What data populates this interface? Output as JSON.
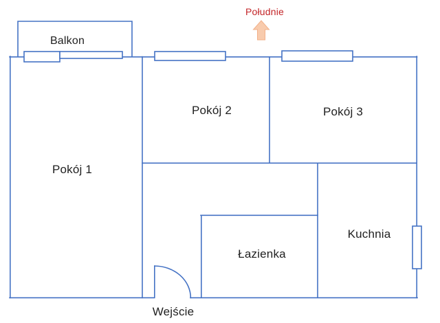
{
  "compass": {
    "direction_label": "Południe"
  },
  "rooms": {
    "balcony": "Balkon",
    "room1": "Pokój 1",
    "room2": "Pokój 2",
    "room3": "Pokój 3",
    "bathroom": "Łazienka",
    "kitchen": "Kuchnia"
  },
  "entrance_label": "Wejście",
  "colors": {
    "wall": "#4472C4",
    "label_text": "#1f1f1f",
    "south_text": "#C32427",
    "arrow_fill": "#F8CBAD",
    "arrow_stroke": "#F2B089"
  }
}
